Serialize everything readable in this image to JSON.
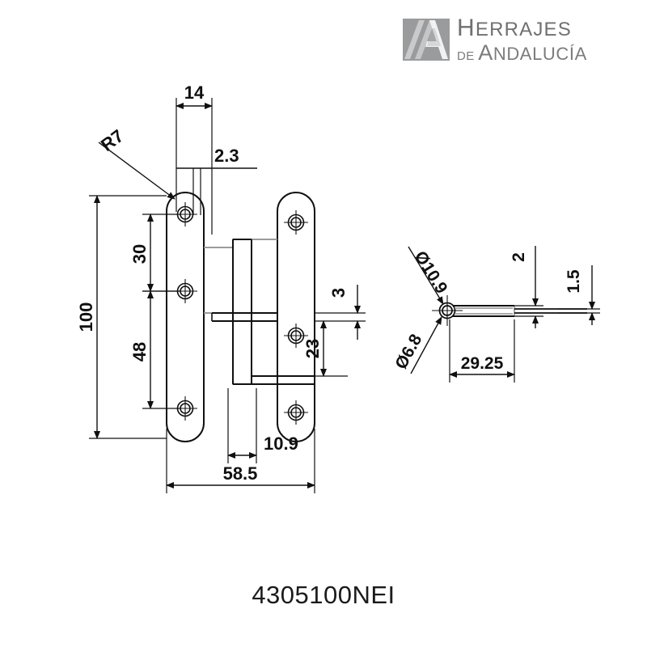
{
  "logo": {
    "name": "herrajes-de-andalucia-logo",
    "line1_lead": "H",
    "line1_rest": "ERRAJES",
    "line2_de": "DE ",
    "line2_lead": "A",
    "line2_rest": "NDALUCÍA",
    "mark_color": "#9a9b9d",
    "text_color": "#6f7072"
  },
  "caption": {
    "part_number": "4305100NEI"
  },
  "drawing": {
    "line_color": "#101010",
    "hidden_color": "#8d8d8d",
    "front_view": {
      "dimensions": {
        "width_14": "14",
        "thickness_2_3": "2.3",
        "radius_r7": "R7",
        "height_100": "100",
        "height_30": "30",
        "height_48": "48",
        "gap_3": "3",
        "height_23": "23",
        "offset_10_9": "10.9",
        "width_58_5": "58.5"
      }
    },
    "side_view": {
      "dimensions": {
        "dia_10_9": "Ø10.9",
        "dia_6_8": "Ø6.8",
        "length_29_25": "29.25",
        "height_2": "2",
        "height_1_5": "1.5"
      }
    }
  }
}
